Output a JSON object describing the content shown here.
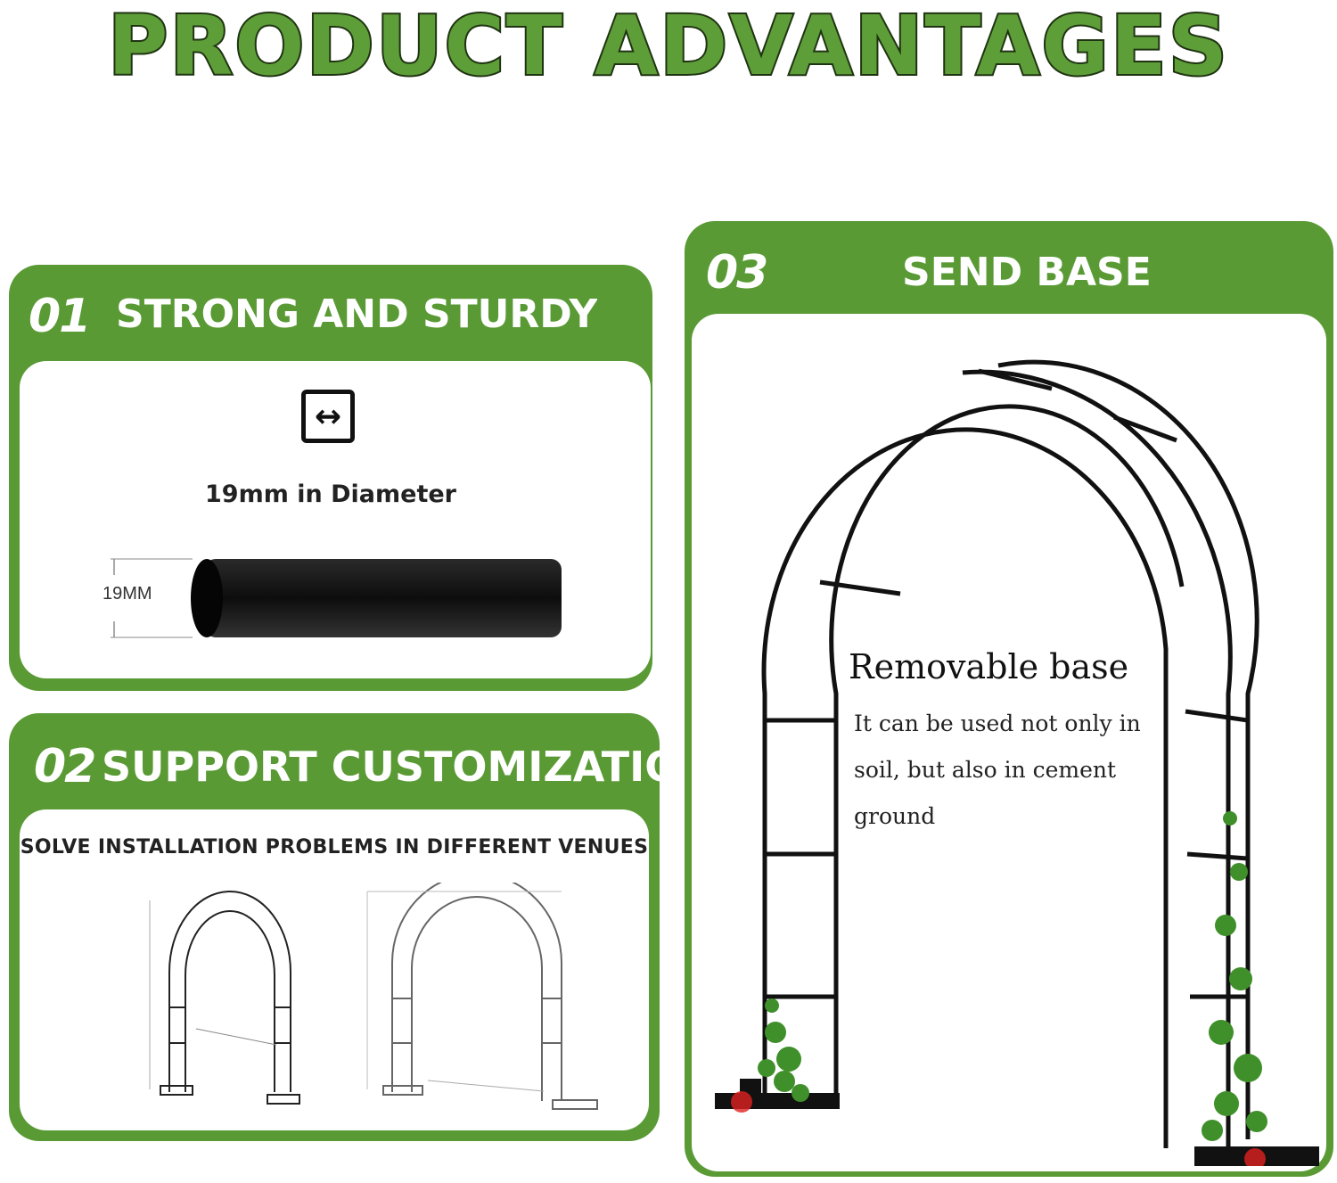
{
  "title": "PRODUCT ADVANTAGES",
  "colors": {
    "panel_green": "#5a9a35",
    "title_green": "#5e9e38",
    "outline": "#1f3412"
  },
  "panels": [
    {
      "number": "01",
      "heading": "STRONG AND STURDY",
      "icon": "resize-horizontal-icon",
      "diameter_text": "19mm in Diameter",
      "tube_label": "19MM"
    },
    {
      "number": "02",
      "heading": "SUPPORT CUSTOMIZATIO",
      "subheading": "SOLVE INSTALLATION PROBLEMS IN DIFFERENT VENUES"
    },
    {
      "number": "03",
      "heading": "SEND BASE",
      "feature_title": "Removable base",
      "feature_desc_lines": [
        "It can be used not only in",
        "soil, but also in cement",
        "ground"
      ]
    }
  ]
}
